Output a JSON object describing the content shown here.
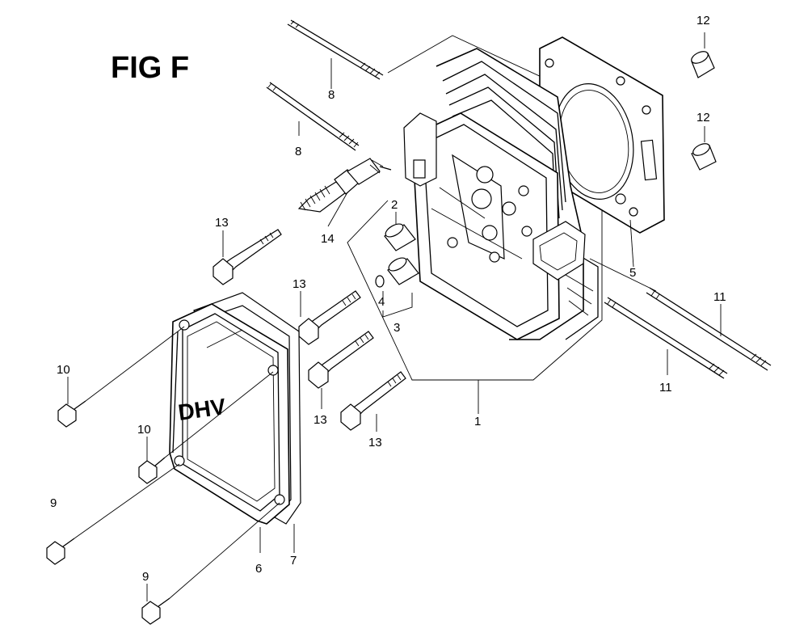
{
  "figure": {
    "title": "FIG F"
  },
  "emblem_text": "DHV",
  "callouts": [
    {
      "id": "c1",
      "label": "1"
    },
    {
      "id": "c2",
      "label": "2"
    },
    {
      "id": "c3",
      "label": "3"
    },
    {
      "id": "c4",
      "label": "4"
    },
    {
      "id": "c5",
      "label": "5"
    },
    {
      "id": "c6",
      "label": "6"
    },
    {
      "id": "c7",
      "label": "7"
    },
    {
      "id": "c8a",
      "label": "8"
    },
    {
      "id": "c8b",
      "label": "8"
    },
    {
      "id": "c9a",
      "label": "9"
    },
    {
      "id": "c9b",
      "label": "9"
    },
    {
      "id": "c10a",
      "label": "10"
    },
    {
      "id": "c10b",
      "label": "10"
    },
    {
      "id": "c11a",
      "label": "11"
    },
    {
      "id": "c11b",
      "label": "11"
    },
    {
      "id": "c12a",
      "label": "12"
    },
    {
      "id": "c12b",
      "label": "12"
    },
    {
      "id": "c13a",
      "label": "13"
    },
    {
      "id": "c13b",
      "label": "13"
    },
    {
      "id": "c13c",
      "label": "13"
    },
    {
      "id": "c13d",
      "label": "13"
    },
    {
      "id": "c14",
      "label": "14"
    }
  ]
}
